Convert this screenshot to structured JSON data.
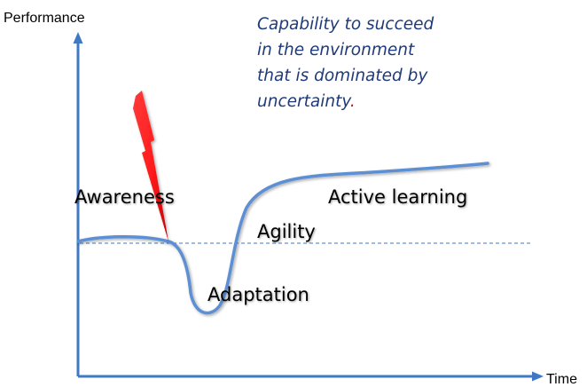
{
  "axes": {
    "y_label": "Performance",
    "x_label": "Time"
  },
  "callout": {
    "lines": [
      "Capability to succeed",
      "in the environment",
      "that is dominated by",
      "uncertainty"
    ],
    "end_mark": "."
  },
  "stages": {
    "awareness": "Awareness",
    "adaptation": "Adaptation",
    "agility": "Agility",
    "active_learning": "Active learning"
  },
  "colors": {
    "axis": "#3f78c4",
    "curve": "#5b8fd3",
    "baseline": "#3f78c4",
    "callout_text": "#1f3a7a",
    "callout_end_mark": "#c0141a",
    "shock_fill": "#ff1a1a",
    "shock_dark": "#c00000"
  },
  "icons": {
    "shock": "lightning-bolt-icon"
  }
}
